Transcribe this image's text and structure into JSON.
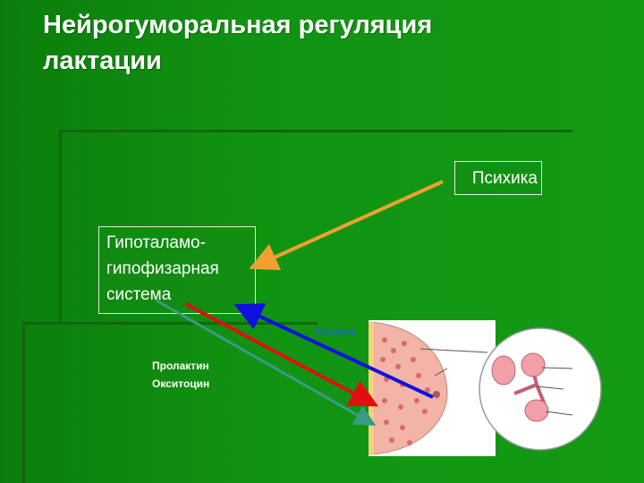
{
  "slide": {
    "title_line1": "Нейрогуморальная регуляция",
    "title_line2": "лактации"
  },
  "boxes": {
    "psyche": "Психика",
    "hypothalamus_line1": "Гипоталамо-",
    "hypothalamus_line2": "гипофизарная",
    "hypothalamus_line3": "система"
  },
  "labels": {
    "hormone1": "Пролактин",
    "hormone2": "Окситоцин",
    "sucking": "Сосание"
  },
  "colors": {
    "background": "#0f8a10",
    "arrow_psyche": "#f0a030",
    "arrow_prolactin": "#e01010",
    "arrow_sucking": "#1010e0",
    "arrow_oxytocin": "#3a9a86"
  }
}
